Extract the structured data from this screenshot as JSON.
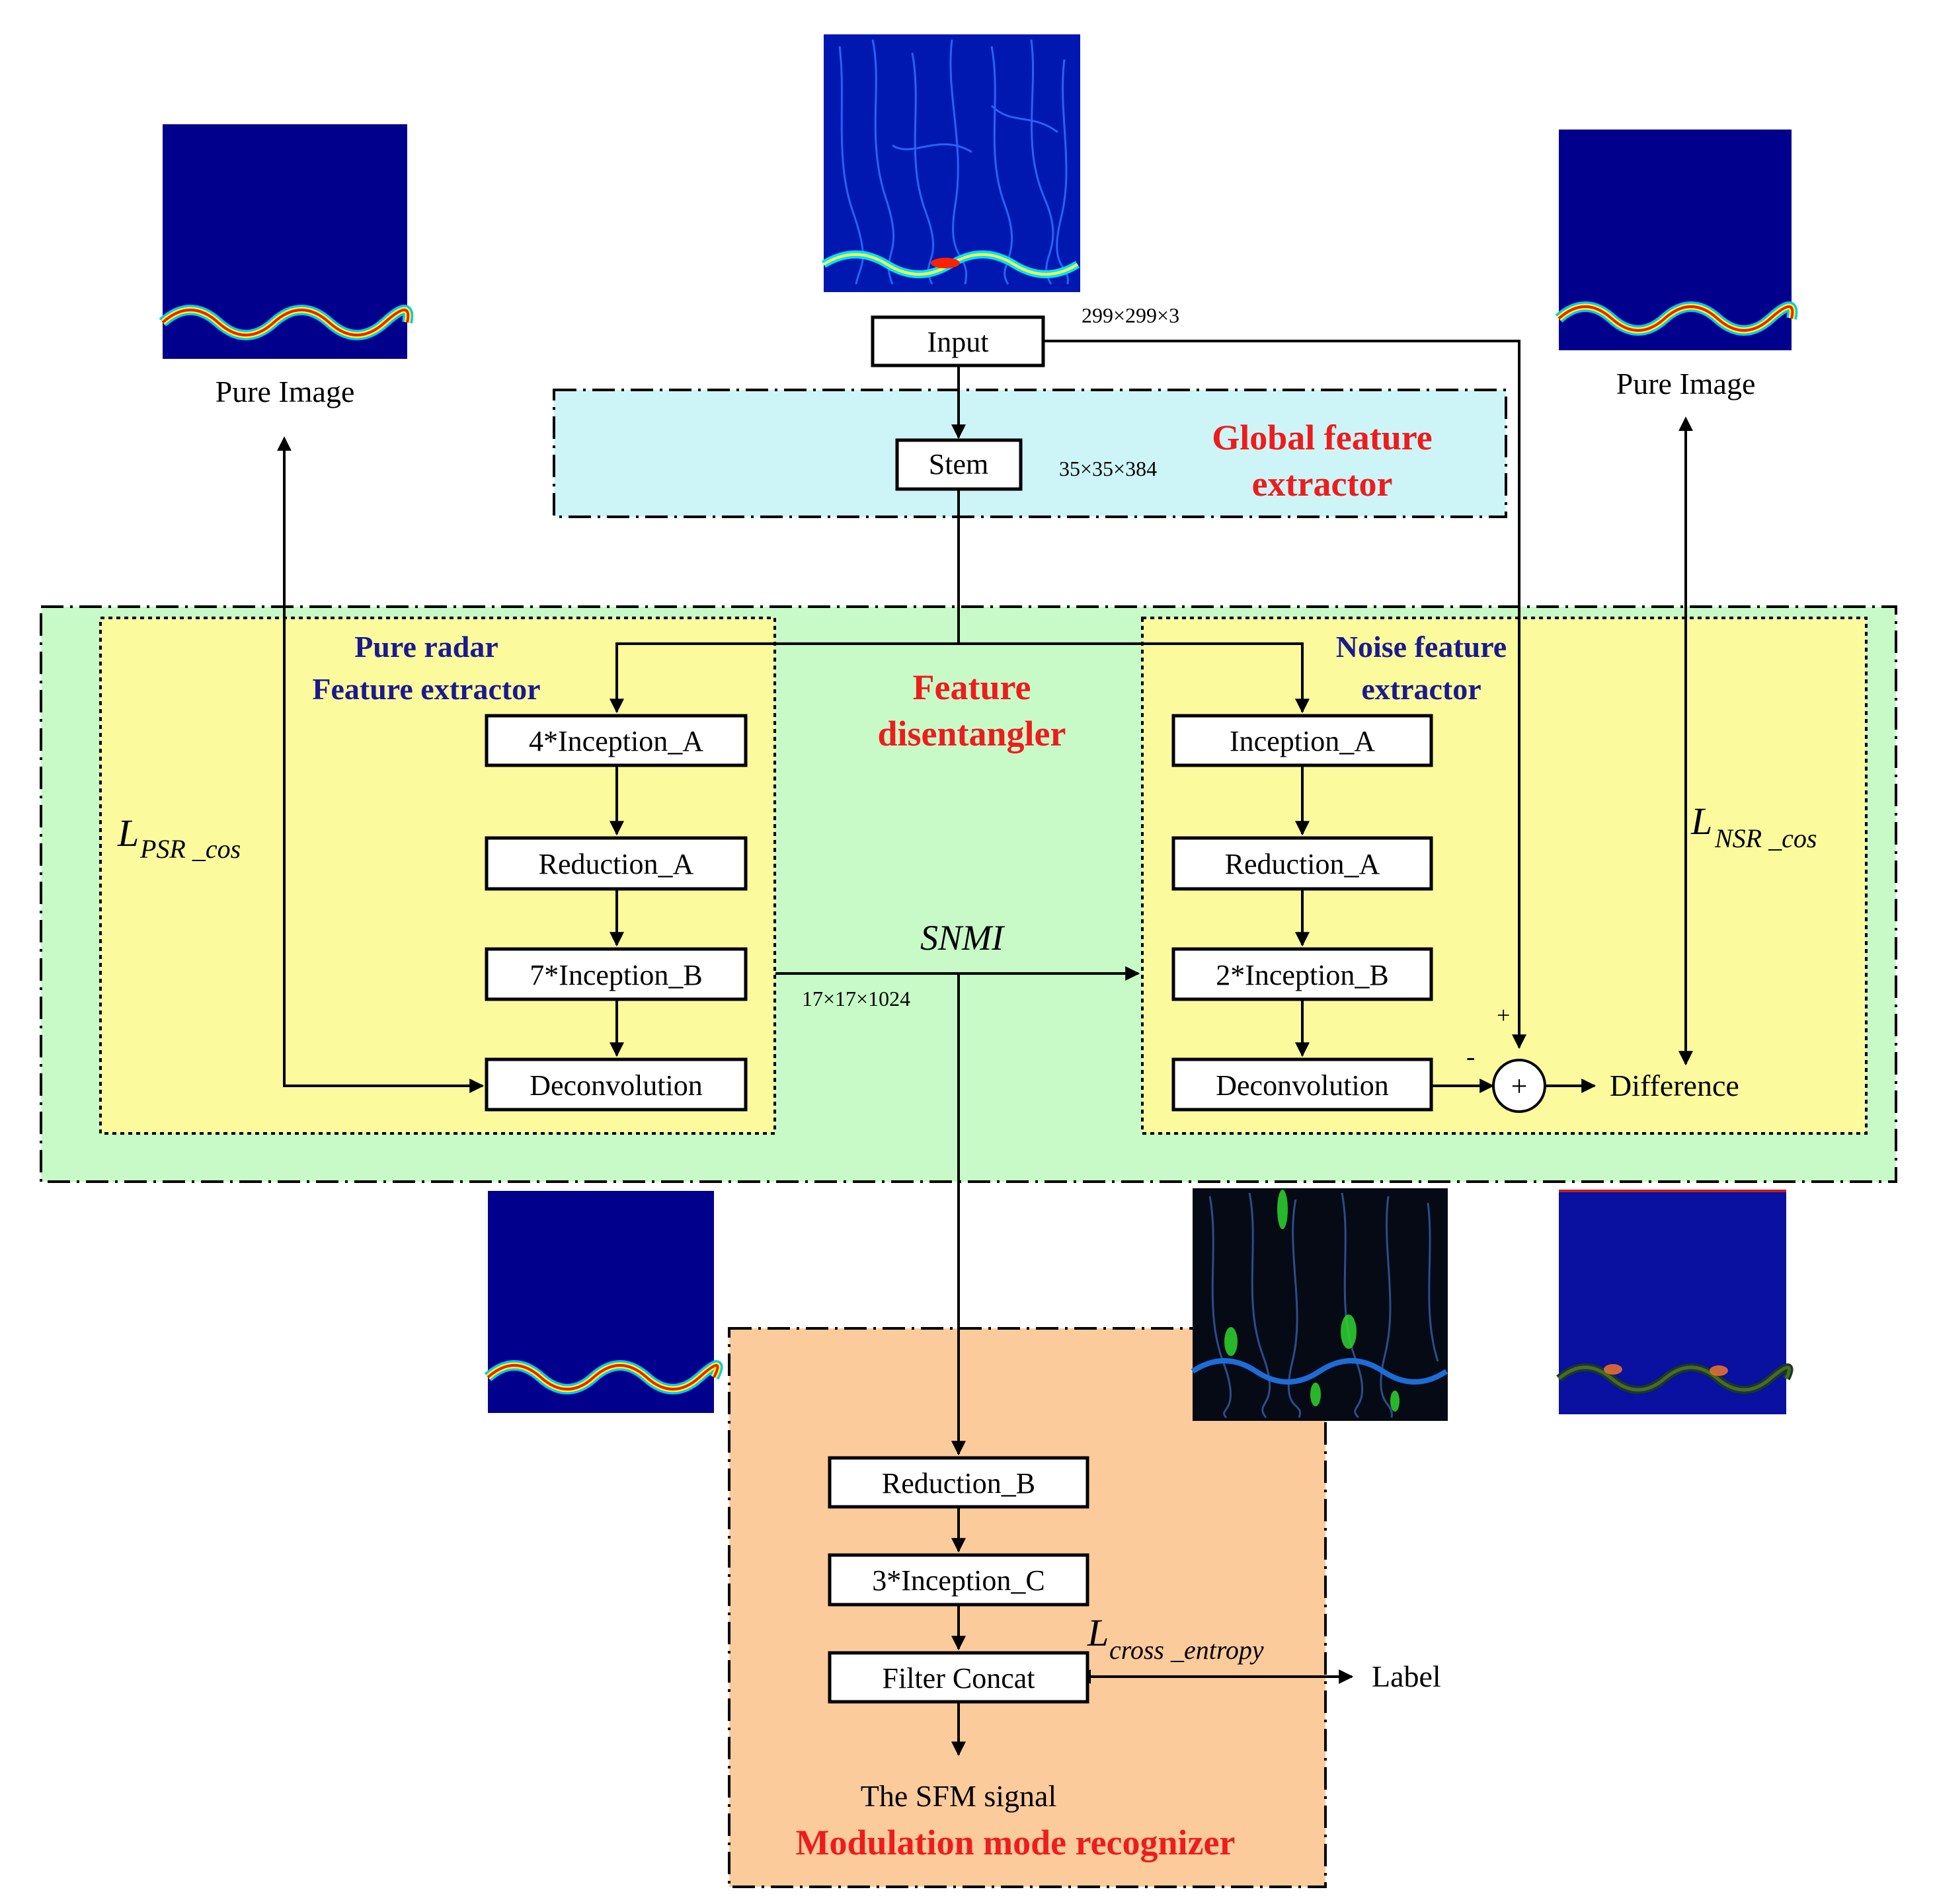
{
  "images": {
    "pure_left": "spectrogram-pure-sinusoid",
    "input": "spectrogram-noisy-input",
    "pure_right": "spectrogram-pure-sinusoid",
    "deconv_left": "spectrogram-pure-sinusoid",
    "deconv_right": "spectrogram-noise-reconstruction",
    "difference": "spectrogram-difference"
  },
  "colors": {
    "cyan_region": "#cdf5f7",
    "green_region": "#c8fac8",
    "yellow_region": "#fbfa9d",
    "orange_region": "#fccb9b",
    "red_text": "#ee1c1c",
    "navy_text": "#1a1a8e",
    "spectrogram_bg": "#00008c"
  },
  "labels": {
    "pure_image_left": "Pure Image",
    "pure_image_right": "Pure Image",
    "input": "Input",
    "input_dims": "299×299×3",
    "stem": "Stem",
    "stem_dims": "35×35×384",
    "global_title_1": "Global feature",
    "global_title_2": "extractor",
    "disentangler_title_1": "Feature",
    "disentangler_title_2": "disentangler",
    "pure_fe_title_1": "Pure radar",
    "pure_fe_title_2": "Feature extractor",
    "noise_fe_title_1": "Noise feature",
    "noise_fe_title_2": "extractor",
    "left_blocks": [
      "4*Inception_A",
      "Reduction_A",
      "7*Inception_B",
      "Deconvolution"
    ],
    "right_blocks": [
      "Inception_A",
      "Reduction_A",
      "2*Inception_B",
      "Deconvolution"
    ],
    "snmi": "SNMI",
    "snmi_dims": "17×17×1024",
    "loss_psr_main": "L",
    "loss_psr_sub": "PSR _cos",
    "loss_nsr_main": "L",
    "loss_nsr_sub": "NSR _cos",
    "plus_sign": "+",
    "minus_sign": "-",
    "sum_symbol": "+",
    "difference": "Difference",
    "bottom_blocks": [
      "Reduction_B",
      "3*Inception_C",
      "Filter Concat"
    ],
    "loss_ce_main": "L",
    "loss_ce_sub": "cross _entropy",
    "label": "Label",
    "output": "The SFM signal",
    "recognizer_title": "Modulation mode recognizer"
  }
}
